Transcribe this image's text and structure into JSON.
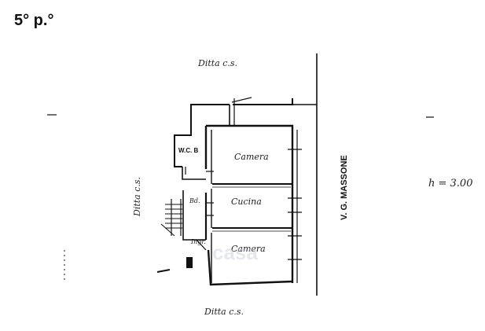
{
  "floor_label": "5° p.°",
  "height_label": "h = 3.00",
  "neighbors": {
    "top": "Ditta c.s.",
    "bottom": "Ditta c.s.",
    "left": "Ditta c.s."
  },
  "street": "V. G. MASSONE",
  "rooms": {
    "wc": "W.C. B",
    "bath": "Bd.",
    "camera_top": "Camera",
    "cucina": "Cucina",
    "camera_bottom": "Camera",
    "ingresso": "Ingr."
  },
  "watermark": "casa",
  "colors": {
    "ink": "#111111",
    "paper": "#ffffff"
  }
}
